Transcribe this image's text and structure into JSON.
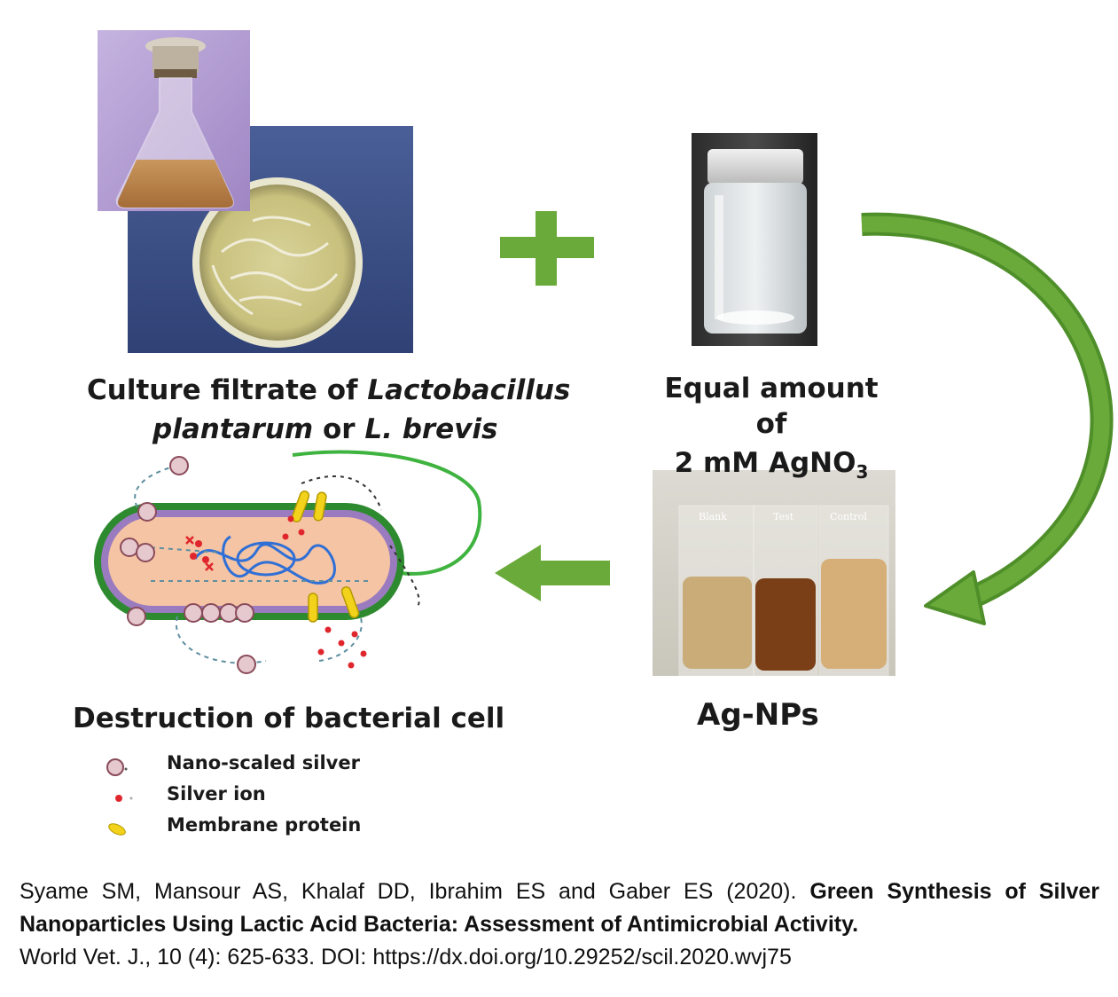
{
  "culture": {
    "label_line1_plain": "Culture filtrate of ",
    "label_line1_italic": "Lactobacillus",
    "label_line2_italic1": "plantarum",
    "label_line2_plain": " or ",
    "label_line2_italic2": "L. brevis"
  },
  "agno3": {
    "label_line1": "Equal amount of",
    "label_line2_prefix": "2 mM AgNO",
    "label_line2_sub": "3"
  },
  "tubes": {
    "labels": [
      "Blank",
      "Test",
      "Control"
    ]
  },
  "agnps": {
    "label": "Ag-NPs"
  },
  "destruction": {
    "label": "Destruction of bacterial cell"
  },
  "legend": {
    "items": [
      "Nano-scaled silver",
      "Silver ion",
      "Membrane protein"
    ]
  },
  "citation": {
    "authors": "Syame SM, Mansour AS, Khalaf DD, Ibrahim ES and Gaber ES (2020). ",
    "title": "Green Synthesis of Silver Nanoparticles Using Lactic Acid Bacteria: Assessment of Antimicrobial Activity.",
    "journal": "World Vet. J., 10 (4): 625-633. DOI: https://dx.doi.org/10.29252/scil.2020.wvj75"
  },
  "colors": {
    "arrow_green": "#6aaa3a",
    "flask_bg": "#b9a3d6",
    "plate_bg": "#3b4f86",
    "membrane_purple": "#9b7bbf",
    "cell_orange": "#f5c4a4",
    "outer_green": "#2e8a2e"
  }
}
